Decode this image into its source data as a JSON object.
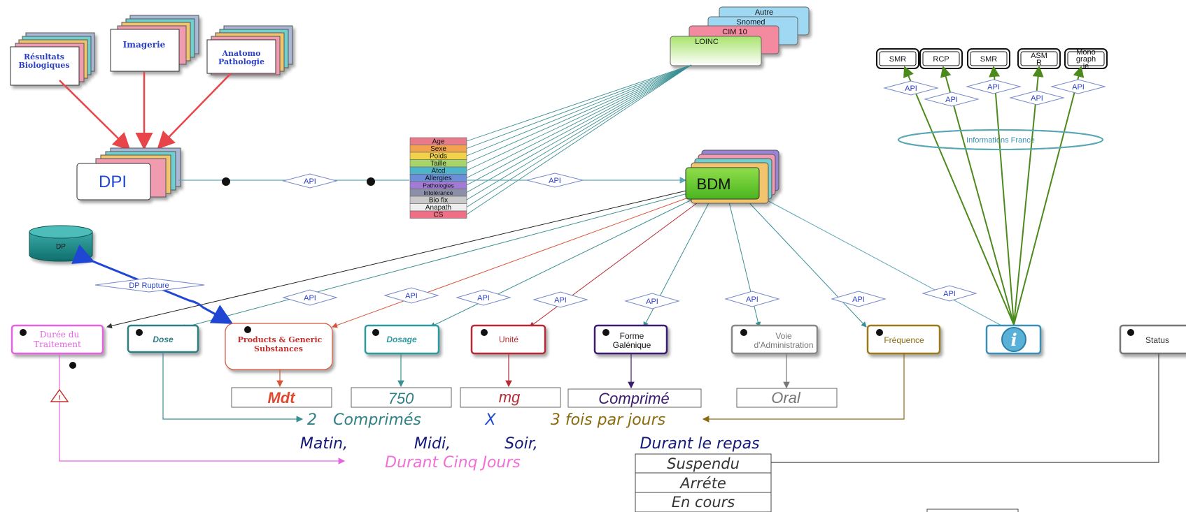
{
  "sources": {
    "resultats": {
      "line1": "Résultats",
      "line2": "Biologiques"
    },
    "imagerie": {
      "label": "Imagerie"
    },
    "anatomo": {
      "line1": "Anatomo",
      "line2": "Pathologie"
    }
  },
  "dpi": {
    "label": "DPI"
  },
  "dp": {
    "label": "DP"
  },
  "dp_rupture": {
    "label": "DP Rupture"
  },
  "api_label": "API",
  "patient_fields": [
    "Age",
    "Sexe",
    "Poids",
    "Taille",
    "Atcd",
    "Allergies",
    "Pathologies",
    "Intolérance",
    "Bio fix",
    "Anapath",
    "CS"
  ],
  "patient_colors": [
    "#e87a8a",
    "#f3a24e",
    "#f2d24b",
    "#a8d56a",
    "#4fb3c9",
    "#6c8fd8",
    "#a27bd4",
    "#8c8fa8",
    "#c9c9c9",
    "#eeeeee",
    "#ef6f86"
  ],
  "terminologies": {
    "autre": "Autre",
    "snomed": "Snomed",
    "cim10": "CIM 10",
    "loinc": "LOINC"
  },
  "bdm": {
    "label": "BDM"
  },
  "references": {
    "items": [
      "SMR",
      "RCP",
      "SMR",
      "ASM R",
      "Mono graph ie"
    ]
  },
  "info_france": {
    "label": "Informations France"
  },
  "attributes": {
    "duree": {
      "line1": "Durée du",
      "line2": "Traitement"
    },
    "dose": "Dose",
    "products": {
      "line1": "Products & Generic",
      "line2": "Substances"
    },
    "dosage": "Dosage",
    "unite": "Unité",
    "forme": {
      "line1": "Forme",
      "line2": "Galénique"
    },
    "voie": {
      "line1": "Voie",
      "line2": "d'Administration"
    },
    "frequence": "Fréquence",
    "status": "Status"
  },
  "values": {
    "products": "Mdt",
    "dosage": "750",
    "unite": "mg",
    "forme": "Comprimé",
    "voie": "Oral"
  },
  "prescription": {
    "qty": "2",
    "unit": "Comprimés",
    "times": "X",
    "freq": "3 fois par jours",
    "moments": [
      "Matin,",
      "Midi,",
      "Soir,"
    ],
    "meal": "Durant le repas",
    "duration": "Durant Cinq Jours"
  },
  "status_values": [
    "Suspendu",
    "Arréte",
    "En cours"
  ],
  "colors": {
    "red_arrow": "#e8454a",
    "teal": "#3a8f93",
    "green": "#4c8a1c",
    "blue": "#1f47d4",
    "pink": "#e463e0",
    "navy": "#151a7a",
    "olive": "#8a6b10",
    "maroon": "#b52b36"
  }
}
